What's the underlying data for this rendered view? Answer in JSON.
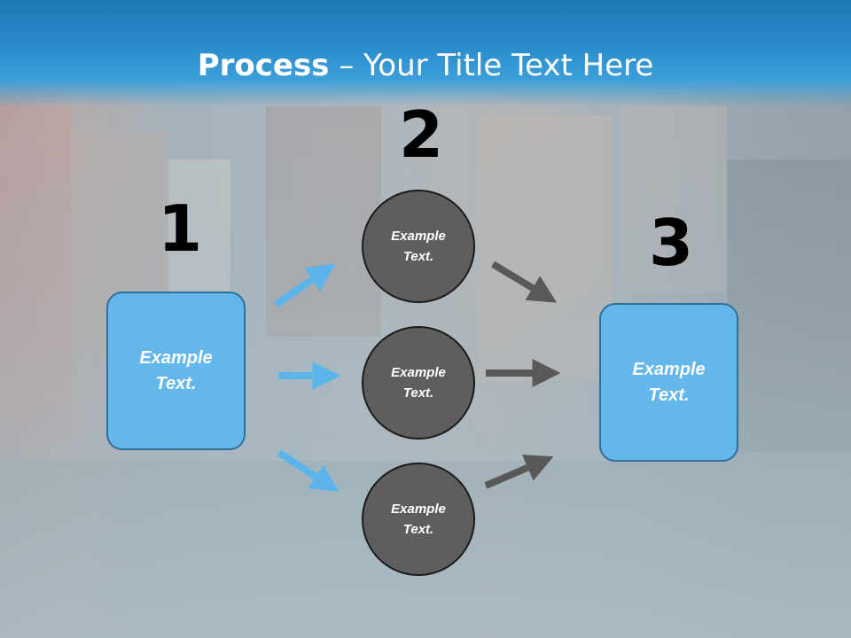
{
  "slide": {
    "title_bold": "Process",
    "title_rest": " – Your Title Text Here",
    "numbers": [
      "1",
      "2",
      "3"
    ],
    "left_box_text": "Example Text.",
    "right_box_text": "Example Text.",
    "circles": [
      "Example Text.",
      "Example Text.",
      "Example Text."
    ]
  },
  "colors": {
    "header_blue": "#2b8ccb",
    "box_blue": "#63b7ea",
    "arrow_blue": "#5db4ea",
    "circle_gray": "#5e5e5e",
    "arrow_gray": "#595959"
  }
}
